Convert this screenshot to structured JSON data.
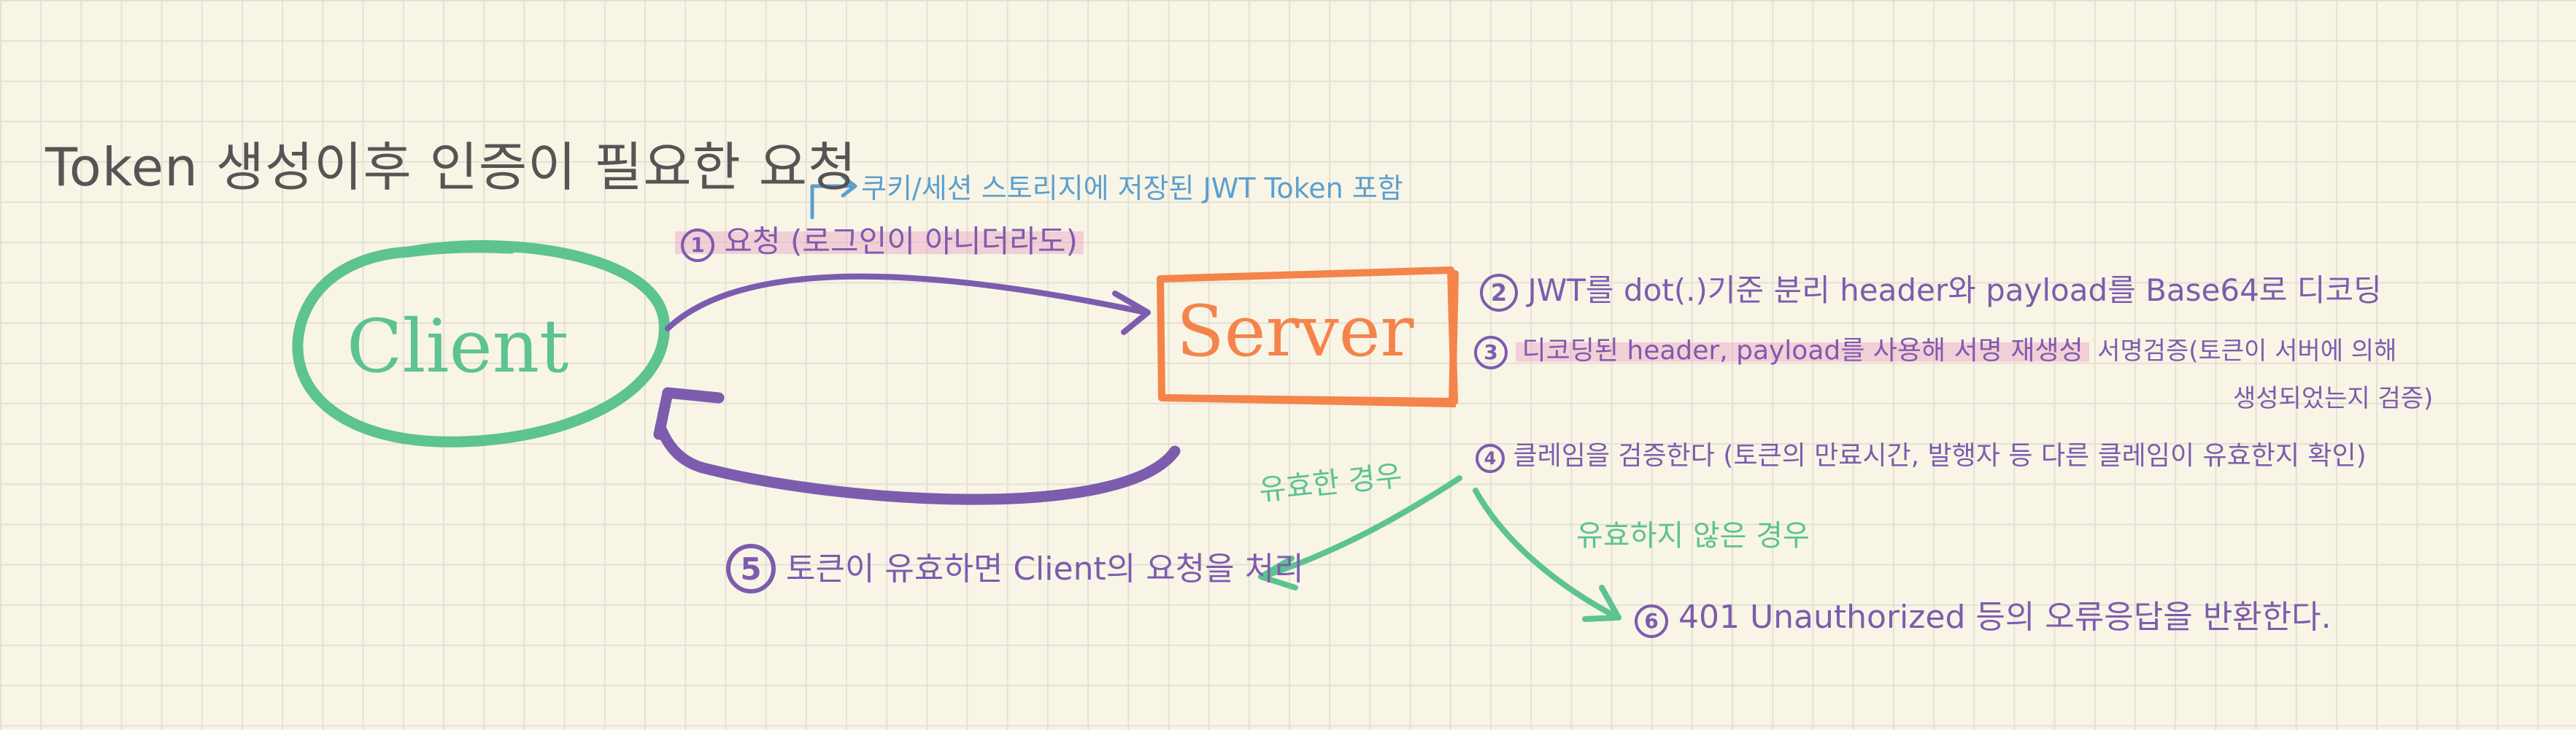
{
  "title": "Token 생성이후 인증이 필요한 요청",
  "client_label": "Client",
  "server_label": "Server",
  "storage_note": "쿠키/세션 스토리지에 저장된 JWT Token 포함",
  "steps": {
    "s1": {
      "num": "1",
      "text": "요청 (로그인이 아니더라도)"
    },
    "s2": {
      "num": "2",
      "text": "JWT를 dot(.)기준 분리 header와 payload를 Base64로 디코딩"
    },
    "s3": {
      "num": "3",
      "text": "디코딩된 header, payload를 사용해 서명 재생성",
      "text_after": "서명검증(토큰이 서버에 의해",
      "text_line2": "생성되었는지 검증)"
    },
    "s4": {
      "num": "4",
      "text": "클레임을 검증한다 (토큰의 만료시간, 발행자 등 다른 클레임이 유효한지 확인)"
    },
    "s5": {
      "num": "5",
      "text": "토큰이 유효하면 Client의 요청을 처리"
    },
    "s6": {
      "num": "6",
      "text": "401 Unauthorized 등의  오류응답을 반환한다."
    }
  },
  "valid_label": "유효한 경우",
  "invalid_label": "유효하지 않은 경우",
  "colors": {
    "client": "#5cc391",
    "server": "#f5844a",
    "purple": "#7d5cae",
    "blue": "#5b9fcf",
    "green": "#5cc391",
    "highlight": "#eca0c4",
    "title": "#555555"
  }
}
